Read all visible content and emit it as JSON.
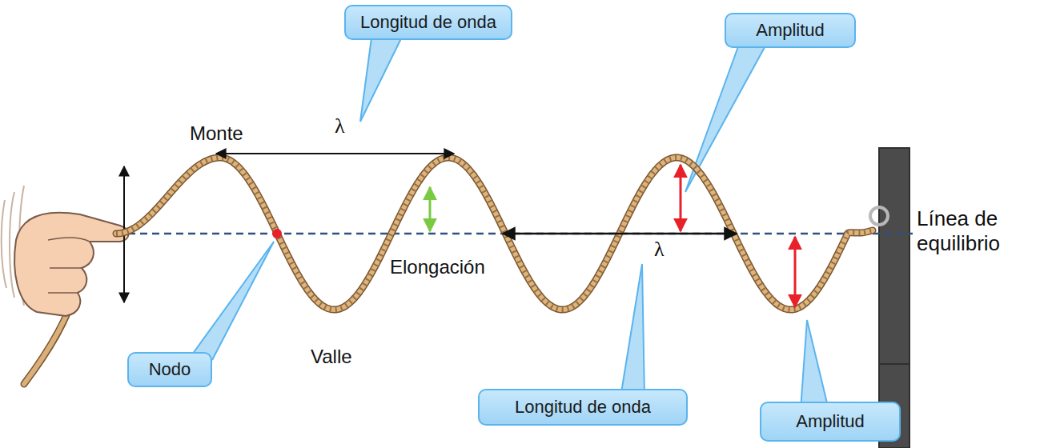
{
  "diagram": {
    "nodes": [
      {
        "text": [
          "Longitud de onda"
        ]
      },
      {
        "text": [
          "Amplitud"
        ]
      },
      {
        "text": [
          "Nodo"
        ]
      },
      {
        "text": [
          "Longitud de onda"
        ]
      },
      {
        "text": [
          "Amplitud"
        ]
      }
    ],
    "labels": [
      "Monte",
      "λ",
      "Línea de equilibrio",
      "Elongación",
      "λ",
      "Valle"
    ]
  }
}
